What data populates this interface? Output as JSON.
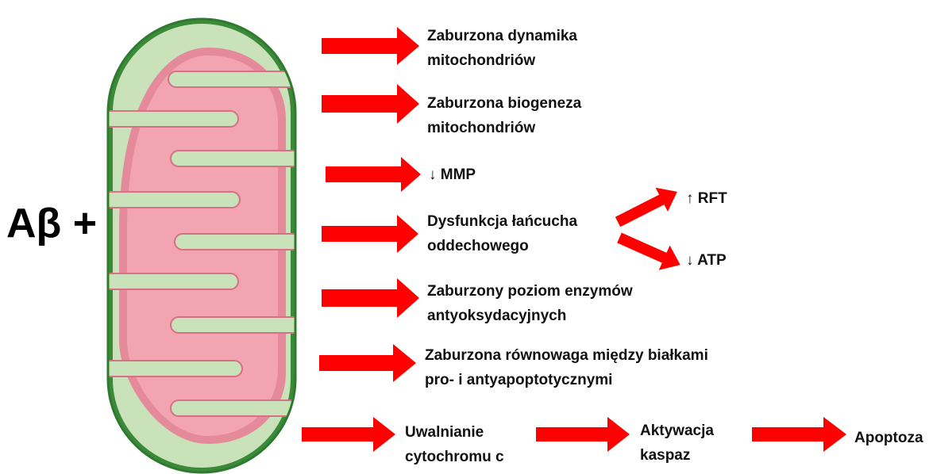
{
  "left_label": "Aβ +",
  "effects": [
    {
      "line1": "Zaburzona  dynamika",
      "line2": "mitochondriów"
    },
    {
      "line1": "Zaburzona  biogeneza",
      "line2": "mitochondriów"
    },
    {
      "line1": "↓ MMP"
    },
    {
      "line1": "Dysfunkcja  łańcucha",
      "line2": "oddechowego"
    },
    {
      "line1": "Zaburzony  poziom  enzymów",
      "line2": "antyoksydacyjnych"
    },
    {
      "line1": "Zaburzona  równowaga  między  białkami",
      "line2": "pro-  i  antyapoptotycznymi"
    }
  ],
  "respiratory_outcomes": {
    "up": "↑ RFT",
    "down": "↓ ATP"
  },
  "cascade": [
    {
      "line1": "Uwalnianie",
      "line2": "cytochromu  c"
    },
    {
      "line1": "Aktywacja",
      "line2": "kaspaz"
    },
    {
      "line1": "Apoptoza"
    }
  ],
  "colors": {
    "arrow": "#ff0000",
    "outer_membrane": "#3a8a3a",
    "intermembrane": "#c9e2b9",
    "crista_fill": "#f2a5b0",
    "crista_edge": "#d67084"
  }
}
